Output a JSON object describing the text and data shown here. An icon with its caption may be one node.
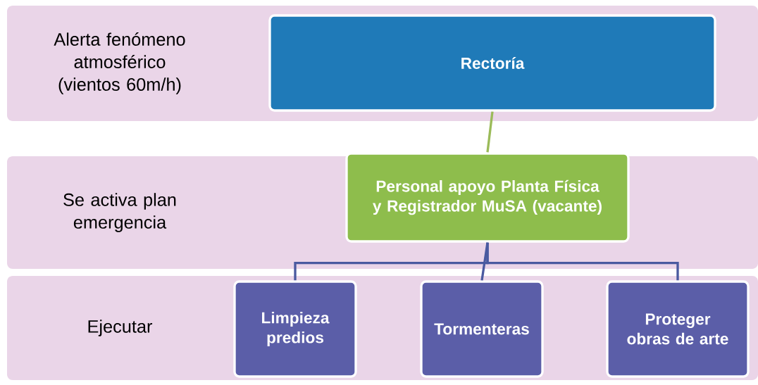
{
  "diagram": {
    "nodes": [
      {
        "text": [
          "Alerta fenómeno atmosférico (vientos 60m/h)"
        ]
      },
      {
        "text": [
          "Rectoría"
        ],
        "in": 0
      },
      {
        "text": [
          "Se activa plan emergencia"
        ]
      },
      {
        "text": [
          "Personal apoyo Planta Física y Registrador MuSA (vacante)"
        ],
        "in": 2
      },
      {
        "text": [
          "Ejecutar"
        ]
      },
      {
        "text": [
          "Limpieza predios"
        ],
        "in": 4
      },
      {
        "text": [
          "Tormenteras"
        ],
        "in": 4
      },
      {
        "text": [
          "Proteger obras de arte"
        ],
        "in": 4
      }
    ],
    "edges": [
      {
        "from": 1,
        "to": 3,
        "arrow": "none",
        "color": "#9bbb59"
      },
      {
        "from": 3,
        "to": 5,
        "arrow": "none"
      },
      {
        "from": 3,
        "to": 6,
        "arrow": "none"
      },
      {
        "from": 3,
        "to": 7,
        "arrow": "none"
      }
    ]
  }
}
